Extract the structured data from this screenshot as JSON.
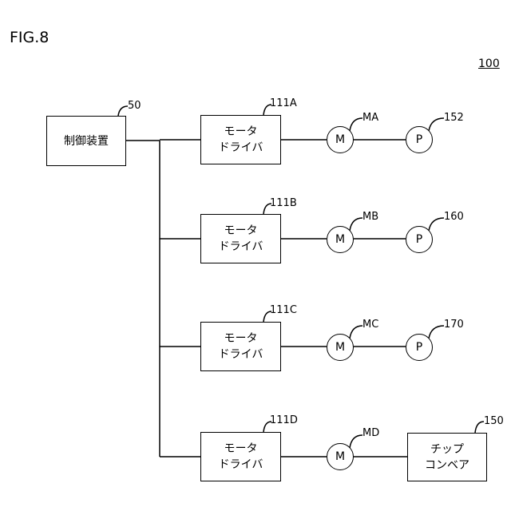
{
  "figure_label": "FIG.8",
  "system_ref": "100",
  "controller": {
    "label": "制御装置",
    "ref": "50"
  },
  "rows": [
    {
      "driver_line1": "モータ",
      "driver_line2": "ドライバ",
      "driver_ref": "111A",
      "motor": "M",
      "motor_ref": "MA",
      "load_type": "pump",
      "load_label": "P",
      "load_ref": "152"
    },
    {
      "driver_line1": "モータ",
      "driver_line2": "ドライバ",
      "driver_ref": "111B",
      "motor": "M",
      "motor_ref": "MB",
      "load_type": "pump",
      "load_label": "P",
      "load_ref": "160"
    },
    {
      "driver_line1": "モータ",
      "driver_line2": "ドライバ",
      "driver_ref": "111C",
      "motor": "M",
      "motor_ref": "MC",
      "load_type": "pump",
      "load_label": "P",
      "load_ref": "170"
    },
    {
      "driver_line1": "モータ",
      "driver_line2": "ドライバ",
      "driver_ref": "111D",
      "motor": "M",
      "motor_ref": "MD",
      "load_type": "conveyor",
      "load_line1": "チップ",
      "load_line2": "コンベア",
      "load_ref": "150"
    }
  ]
}
